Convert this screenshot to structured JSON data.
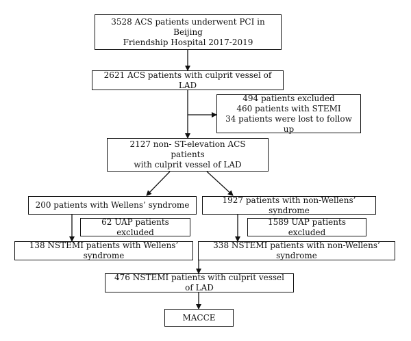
{
  "boxes": {
    "start": [
      "3528 ACS patients underwent PCI in Beijing",
      "Friendship Hospital 2017-2019"
    ],
    "lad": "2621 ACS patients with culprit vessel of LAD",
    "excluded": [
      "494 patients excluded",
      "460 patients with STEMI",
      "34 patients were lost to follow up"
    ],
    "nste": [
      "2127 non- ST-elevation ACS patients",
      "with culprit vessel of LAD"
    ],
    "wellens": "200 patients with Wellens’ syndrome",
    "non_wellens": "1927 patients with non-Wellens’ syndrome",
    "uap_wellens": "62 UAP patients excluded",
    "uap_non_wellens": "1589 UAP patients excluded",
    "nstemi_wellens": "138 NSTEMI patients with Wellens’ syndrome",
    "nstemi_non_wellens": "338 NSTEMI patients with non-Wellens’ syndrome",
    "nstemi_total": "476 NSTEMI patients with culprit vessel of LAD",
    "outcome": "MACCE"
  }
}
